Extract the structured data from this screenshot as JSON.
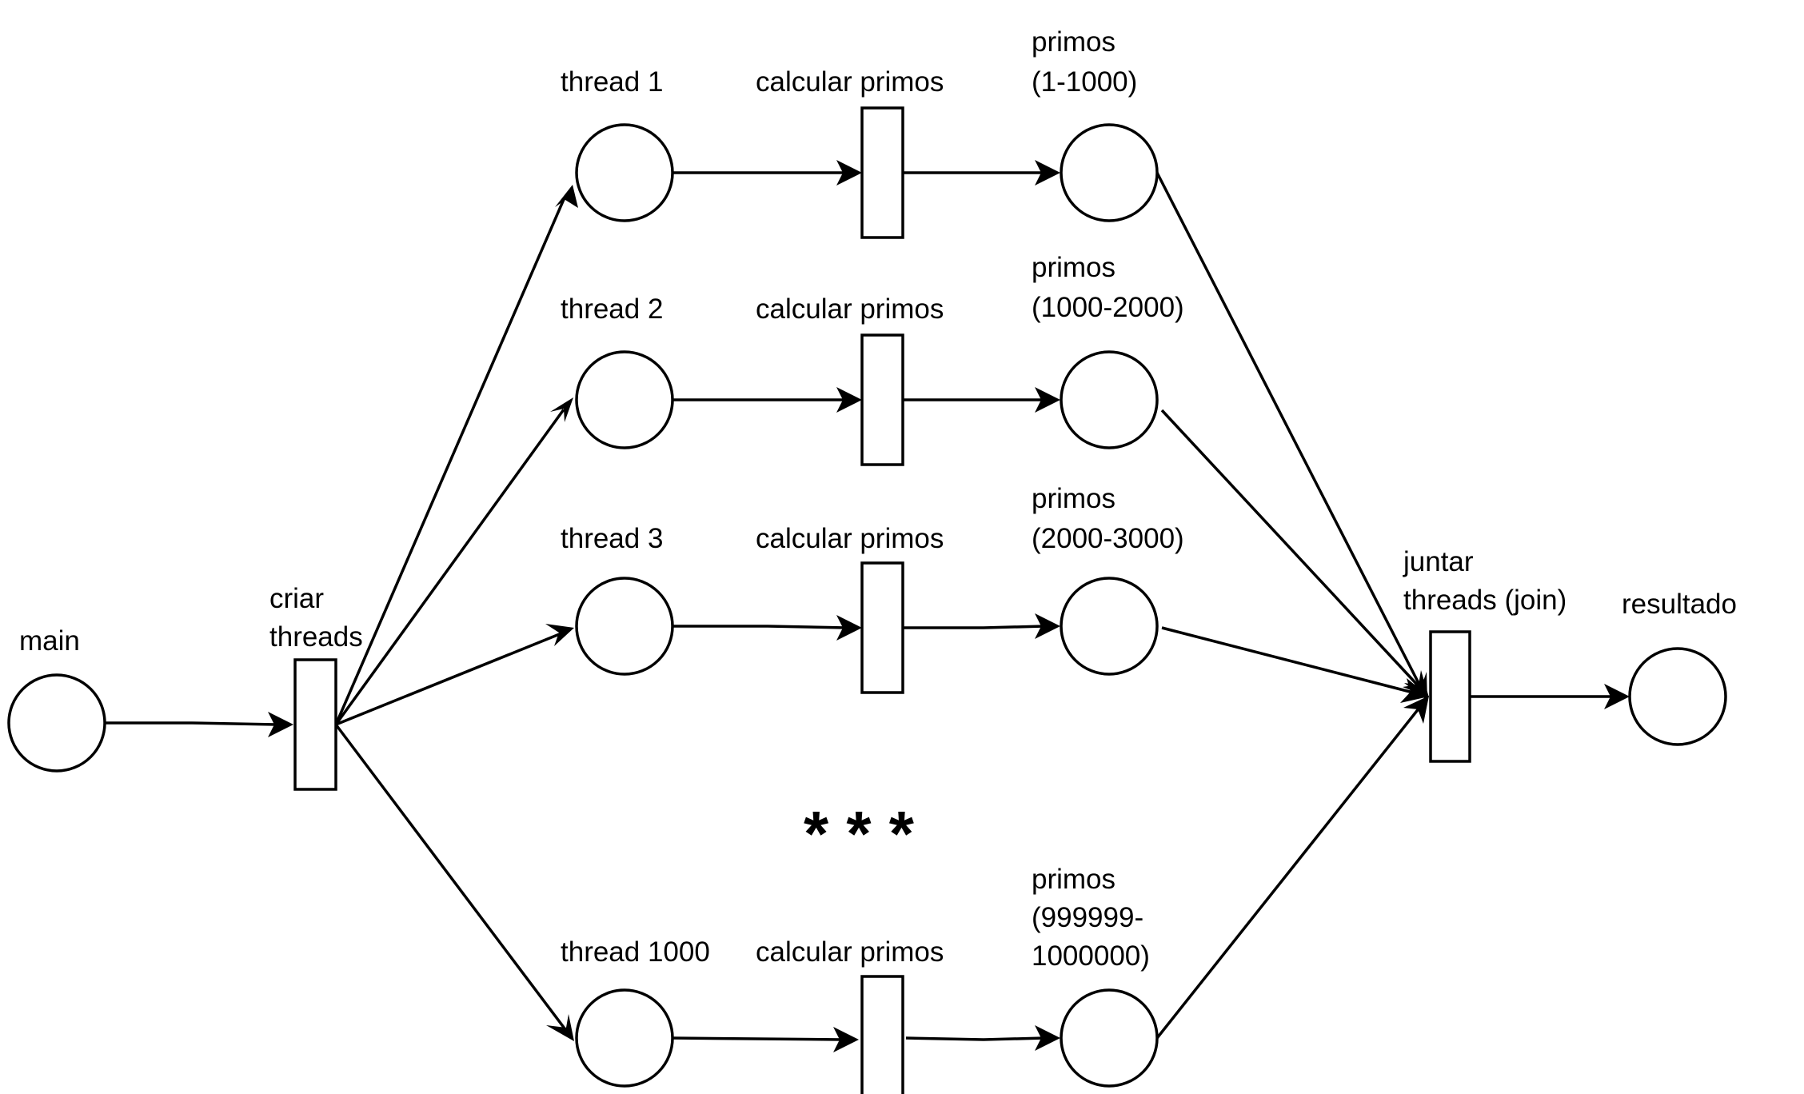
{
  "places": {
    "main": "main",
    "thread_1": "thread 1",
    "thread_2": "thread 2",
    "thread_3": "thread 3",
    "thread_1000": "thread 1000",
    "primos_1": [
      "primos",
      "(1-1000)"
    ],
    "primos_2": [
      "primos",
      "(1000-2000)"
    ],
    "primos_3": [
      "primos",
      "(2000-3000)"
    ],
    "primos_1000": [
      "primos",
      "(999999-",
      "1000000)"
    ],
    "resultado": "resultado"
  },
  "transitions": {
    "criar_threads": [
      "criar",
      "threads"
    ],
    "calcular_1": "calcular primos",
    "calcular_2": "calcular primos",
    "calcular_3": "calcular primos",
    "calcular_1000": "calcular primos",
    "juntar": [
      "juntar",
      "threads (join)"
    ]
  },
  "ellipsis": "* * *"
}
